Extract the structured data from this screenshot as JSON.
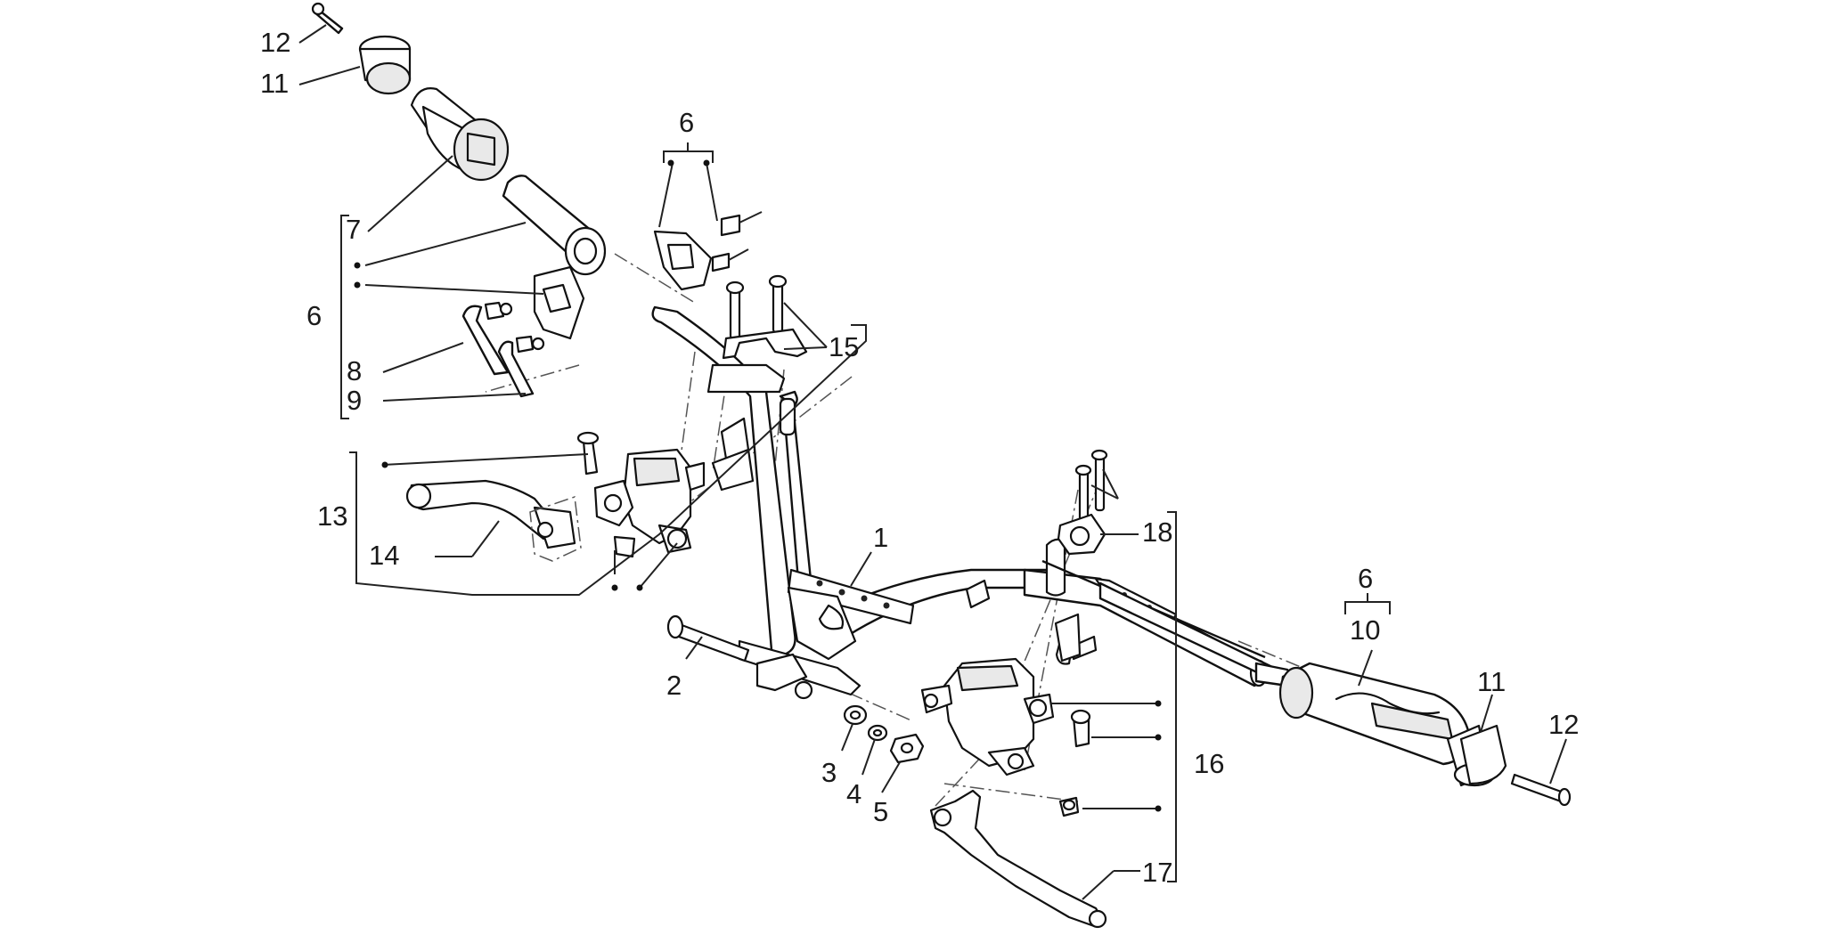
{
  "callouts": [
    {
      "id": "c12a",
      "text": "12"
    },
    {
      "id": "c11a",
      "text": "11"
    },
    {
      "id": "c7",
      "text": "7"
    },
    {
      "id": "c6a",
      "text": "6"
    },
    {
      "id": "c8",
      "text": "8"
    },
    {
      "id": "c9",
      "text": "9"
    },
    {
      "id": "c6b",
      "text": "6"
    },
    {
      "id": "c15",
      "text": "15"
    },
    {
      "id": "c13",
      "text": "13"
    },
    {
      "id": "c14",
      "text": "14"
    },
    {
      "id": "c1",
      "text": "1"
    },
    {
      "id": "c18",
      "text": "18"
    },
    {
      "id": "c2",
      "text": "2"
    },
    {
      "id": "c3",
      "text": "3"
    },
    {
      "id": "c4",
      "text": "4"
    },
    {
      "id": "c5",
      "text": "5"
    },
    {
      "id": "c16",
      "text": "16"
    },
    {
      "id": "c17",
      "text": "17"
    },
    {
      "id": "c6c",
      "text": "6"
    },
    {
      "id": "c10",
      "text": "10"
    },
    {
      "id": "c11b",
      "text": "11"
    },
    {
      "id": "c12b",
      "text": "12"
    }
  ]
}
